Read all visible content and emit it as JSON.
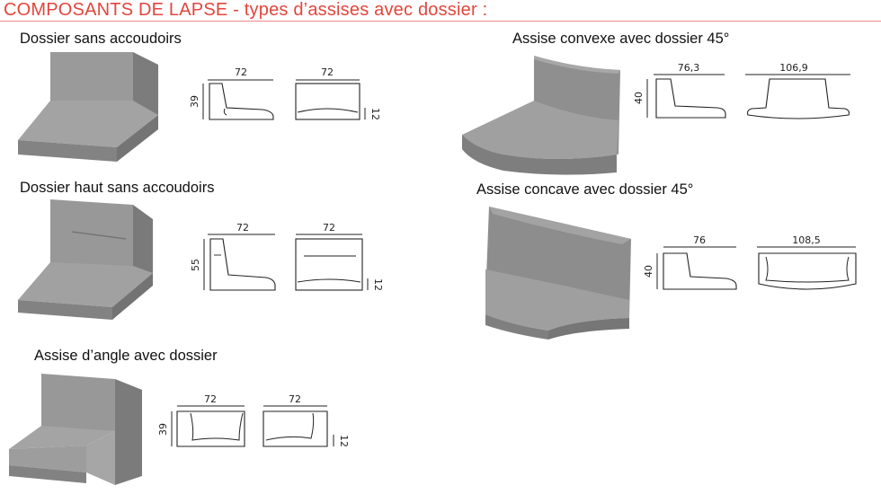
{
  "page": {
    "title": "COMPOSANTS DE LAPSE - types d’assises avec dossier :",
    "accent_color": "#e2463c",
    "fabric_color": "#8e8e8e"
  },
  "items": [
    {
      "label": "Dossier sans accoudoirs",
      "width_side": "72",
      "width_front": "72",
      "height": "39",
      "seat_height": "12"
    },
    {
      "label": "Dossier haut sans accoudoirs",
      "width_side": "72",
      "width_front": "72",
      "height": "55",
      "seat_height": "12"
    },
    {
      "label": "Assise d’angle avec dossier",
      "width_side": "72",
      "width_front": "72",
      "height": "39",
      "seat_height": "12"
    },
    {
      "label": "Assise convexe avec dossier 45°",
      "width_side": "76,3",
      "width_front": "106,9",
      "height": "40"
    },
    {
      "label": "Assise concave avec dossier 45°",
      "width_side": "76",
      "width_front": "108,5",
      "height": "40"
    }
  ]
}
